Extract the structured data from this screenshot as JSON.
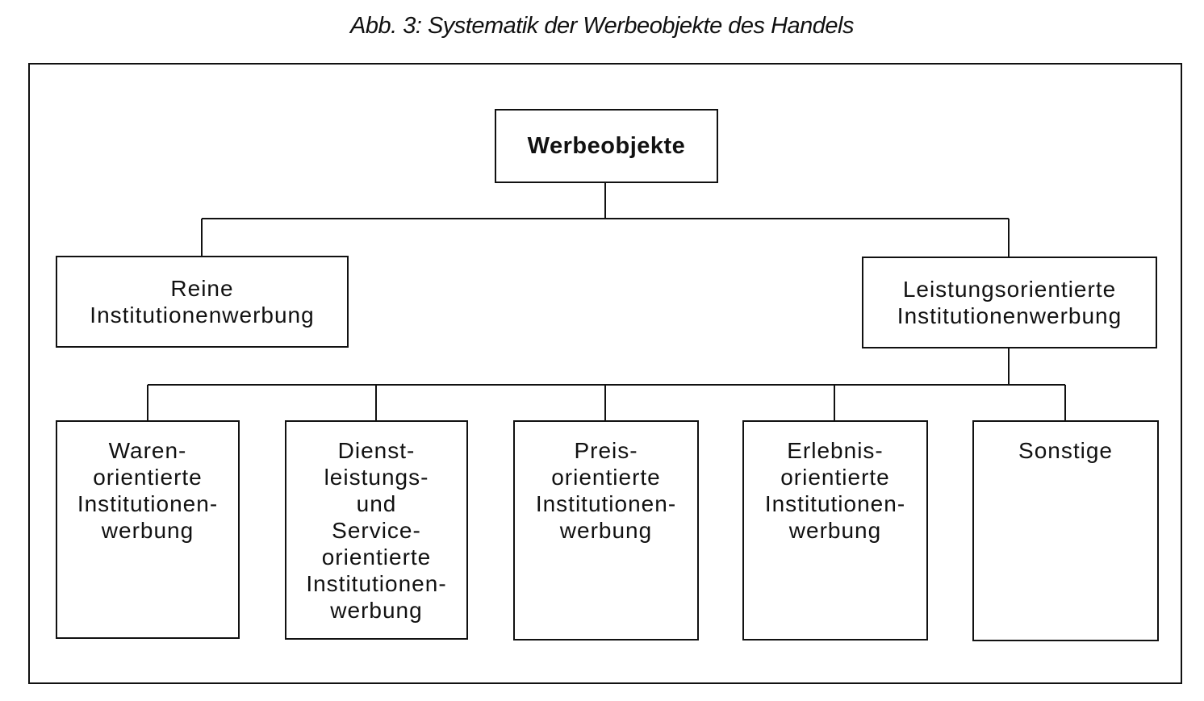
{
  "caption": "Abb. 3: Systematik der Werbeobjekte des Handels",
  "root": {
    "label": "Werbeobjekte"
  },
  "level1": [
    {
      "lines": [
        "Reine",
        "Institutionenwerbung"
      ]
    },
    {
      "lines": [
        "Leistungsorientierte",
        "Institutionenwerbung"
      ]
    }
  ],
  "level2": [
    {
      "lines": [
        "Waren-",
        "orientierte",
        "Institutionen-",
        "werbung"
      ]
    },
    {
      "lines": [
        "Dienst-",
        "leistungs-",
        "und",
        "Service-",
        "orientierte",
        "Institutionen-",
        "werbung"
      ]
    },
    {
      "lines": [
        "Preis-",
        "orientierte",
        "Institutionen-",
        "werbung"
      ]
    },
    {
      "lines": [
        "Erlebnis-",
        "orientierte",
        "Institutionen-",
        "werbung"
      ]
    },
    {
      "lines": [
        "Sonstige"
      ]
    }
  ]
}
